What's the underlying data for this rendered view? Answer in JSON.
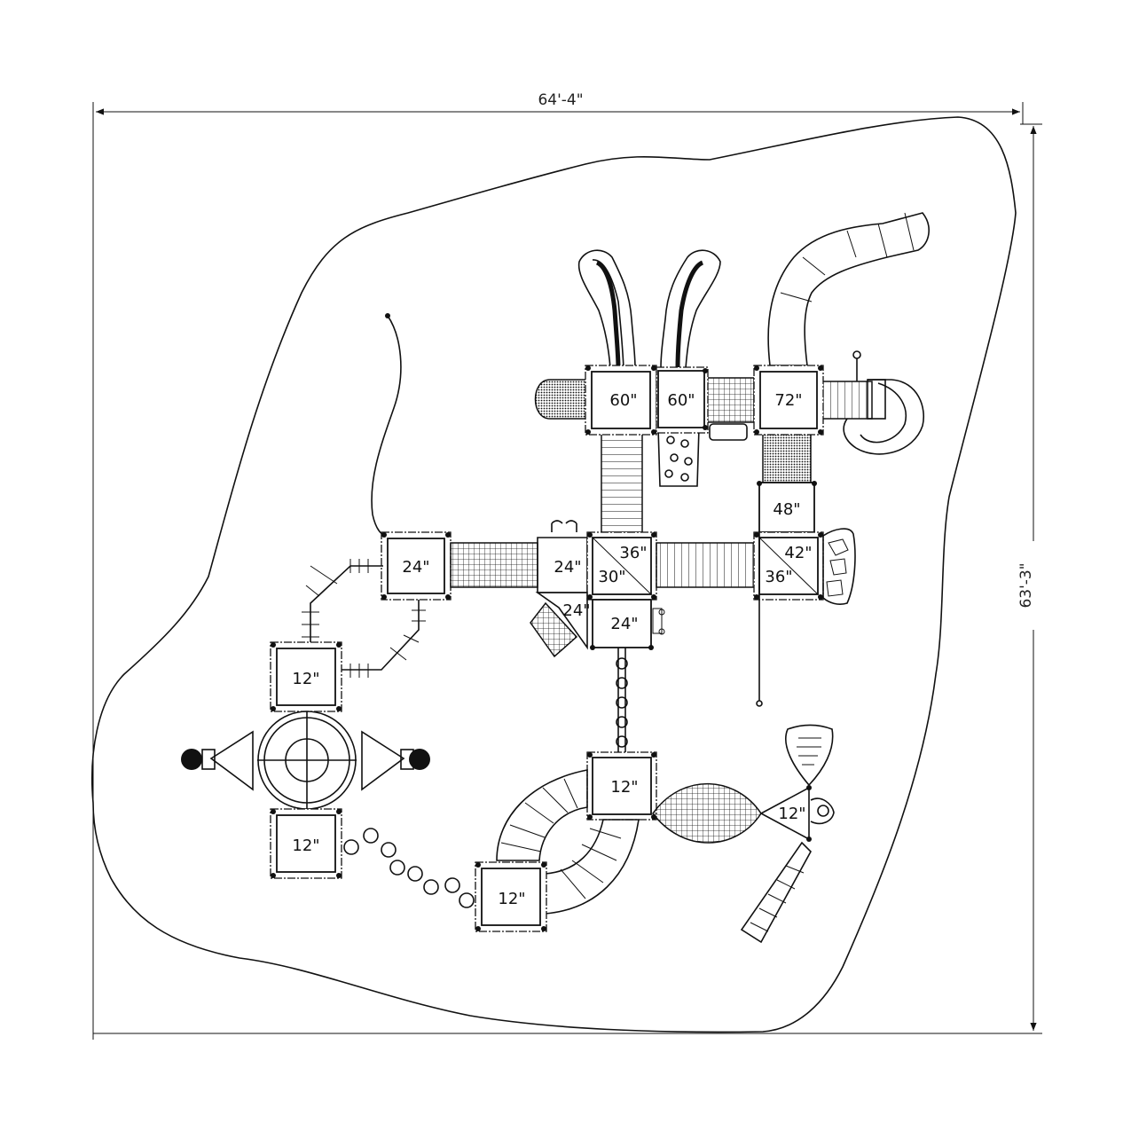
{
  "dimensions": {
    "width": "64'-4\"",
    "height": "63'-3\""
  },
  "decks": [
    {
      "id": "deck-60-left",
      "label": "60\""
    },
    {
      "id": "deck-60-right",
      "label": "60\""
    },
    {
      "id": "deck-72",
      "label": "72\""
    },
    {
      "id": "deck-48",
      "label": "48\""
    },
    {
      "id": "deck-42",
      "label": "42\""
    },
    {
      "id": "deck-36-right",
      "label": "36\""
    },
    {
      "id": "deck-36-center",
      "label": "36\""
    },
    {
      "id": "deck-30",
      "label": "30\""
    },
    {
      "id": "deck-24-left",
      "label": "24\""
    },
    {
      "id": "deck-24-center",
      "label": "24\""
    },
    {
      "id": "deck-24-stair",
      "label": "24\""
    },
    {
      "id": "deck-24-lower",
      "label": "24\""
    },
    {
      "id": "deck-12-upper-left",
      "label": "12\""
    },
    {
      "id": "deck-12-lower-left",
      "label": "12\""
    },
    {
      "id": "deck-12-center",
      "label": "12\""
    },
    {
      "id": "deck-12-bottom",
      "label": "12\""
    },
    {
      "id": "deck-12-right",
      "label": "12\""
    }
  ]
}
